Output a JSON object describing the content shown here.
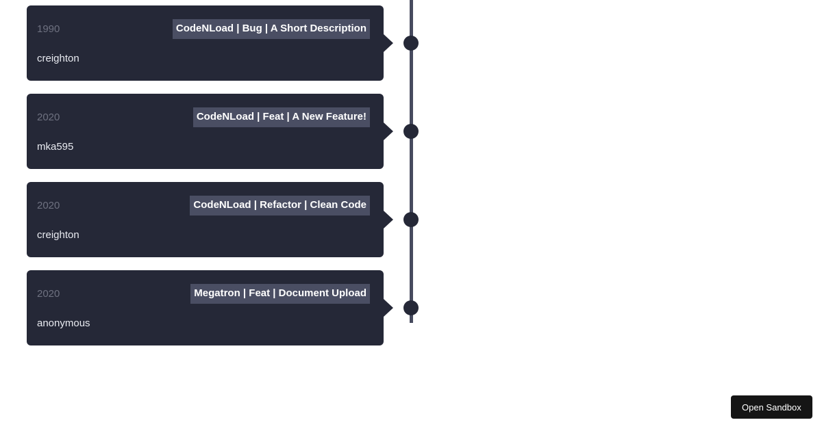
{
  "page": {
    "background_color": "#ffffff"
  },
  "timeline": {
    "rail_color": "#4a4e63",
    "card_background": "#252837",
    "title_highlight_color": "#4a4e63",
    "year_color": "#6e7180",
    "author_color": "#e9ebf1",
    "events": [
      {
        "year": "1990",
        "title": "CodeNLoad | Bug | A Short Description",
        "author": "creighton"
      },
      {
        "year": "2020",
        "title": "CodeNLoad | Feat | A New Feature!",
        "author": "mka595"
      },
      {
        "year": "2020",
        "title": "CodeNLoad | Refactor | Clean Code",
        "author": "creighton"
      },
      {
        "year": "2020",
        "title": "Megatron | Feat | Document Upload",
        "author": "anonymous"
      }
    ]
  },
  "sandbox": {
    "label": "Open Sandbox",
    "background_color": "#151515",
    "text_color": "#ffffff"
  }
}
